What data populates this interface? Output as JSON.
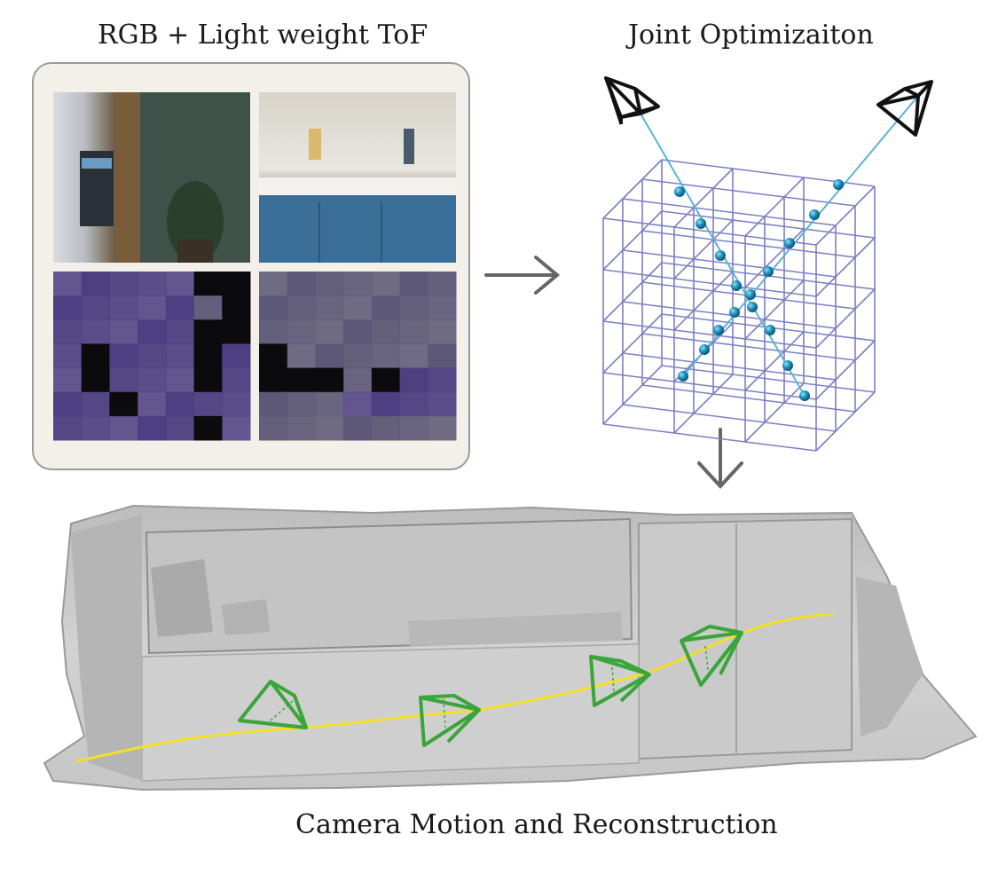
{
  "titles": {
    "input": "RGB + Light weight ToF",
    "optimization": "Joint Optimizaiton",
    "output": "Camera Motion and Reconstruction"
  },
  "colors": {
    "panel_bg": "#f3f0ea",
    "grid_line": "#7b7fc4",
    "ray": "#5ab4d6",
    "ray_node": "#1b8fb8",
    "trajectory": "#f2e02a",
    "camera_frustum": "#3aa53a",
    "arrow": "#666666"
  },
  "tof_patterns": {
    "left": [
      [
        1,
        1,
        1,
        1,
        1,
        0,
        0
      ],
      [
        1,
        1,
        1,
        1,
        1,
        2,
        0
      ],
      [
        1,
        1,
        1,
        1,
        1,
        0,
        0
      ],
      [
        1,
        0,
        1,
        1,
        1,
        0,
        1
      ],
      [
        1,
        0,
        1,
        1,
        1,
        0,
        1
      ],
      [
        1,
        1,
        0,
        1,
        1,
        1,
        1
      ],
      [
        1,
        1,
        1,
        1,
        1,
        0,
        1
      ]
    ],
    "right": [
      [
        2,
        2,
        2,
        2,
        2,
        2,
        2
      ],
      [
        2,
        2,
        2,
        2,
        2,
        2,
        2
      ],
      [
        2,
        2,
        2,
        2,
        2,
        2,
        2
      ],
      [
        0,
        2,
        2,
        2,
        2,
        2,
        2
      ],
      [
        0,
        0,
        0,
        2,
        0,
        1,
        1
      ],
      [
        2,
        2,
        2,
        1,
        1,
        1,
        1
      ],
      [
        2,
        2,
        2,
        2,
        2,
        2,
        2
      ]
    ]
  }
}
